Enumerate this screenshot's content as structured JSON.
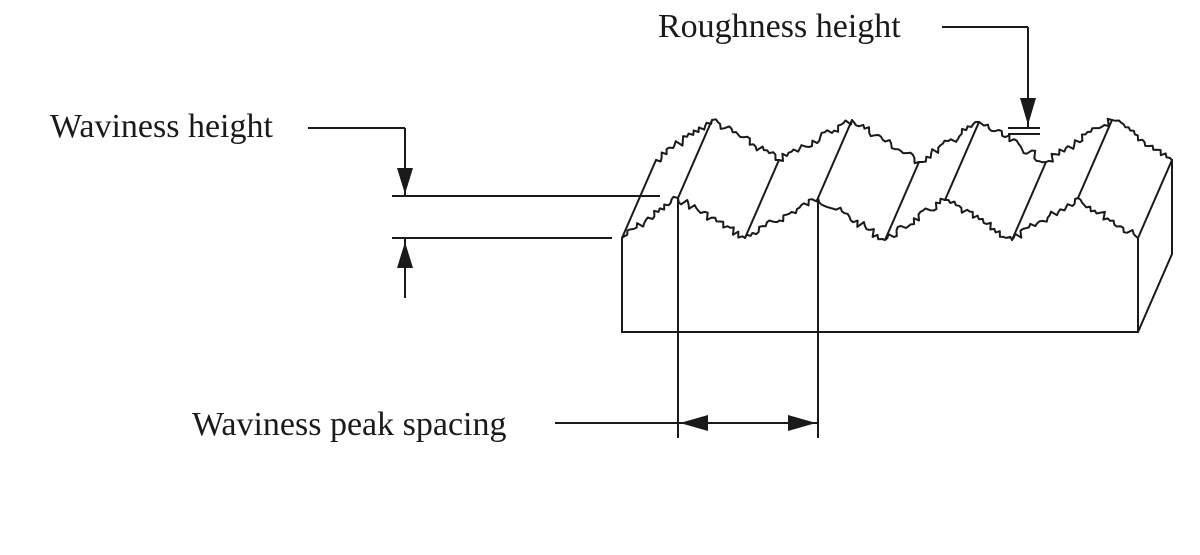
{
  "labels": {
    "roughness_height": "Roughness height",
    "waviness_height": "Waviness height",
    "waviness_peak_spacing": "Waviness peak spacing"
  },
  "colors": {
    "line": "#1a1a1a",
    "background": "#ffffff"
  }
}
